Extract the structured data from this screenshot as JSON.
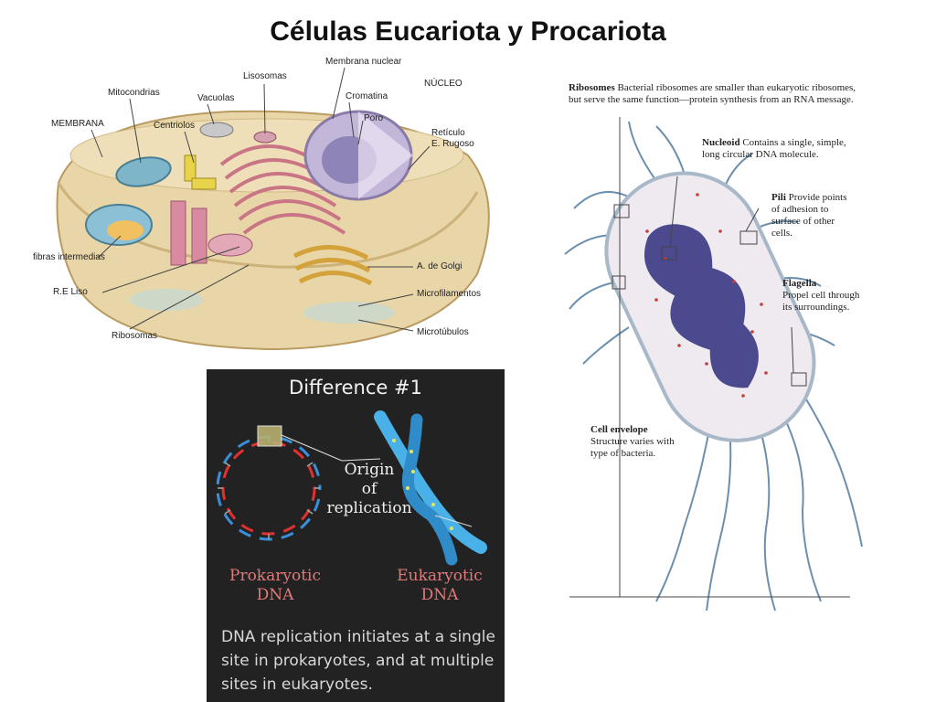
{
  "title": "Células Eucariota y Procariota",
  "eukaryote": {
    "labels": {
      "membrana": "MEMBRANA",
      "mitocondrias": "Mitocondrias",
      "centriolos": "Centriolos",
      "vacuolas": "Vacuolas",
      "lisosomas": "Lisosomas",
      "membrana_nuclear": "Membrana nuclear",
      "cromatina": "Cromatina",
      "poro": "Poro",
      "nucleo": "NÚCLEO",
      "reticulo_rugoso_1": "Retículo",
      "reticulo_rugoso_2": "E. Rugoso",
      "fibras": "fibras intermedias",
      "re_liso": "R.E Liso",
      "ribosomas": "Ribosomas",
      "golgi": "A. de Golgi",
      "microfilamentos": "Microfilamentos",
      "microtubulos": "Microtúbulos"
    }
  },
  "prokaryote": {
    "ribosomes": {
      "term": "Ribosomes",
      "text": "Bacterial ribosomes are smaller than eukaryotic ribosomes, but serve the same function—protein synthesis from an RNA message."
    },
    "nucleoid": {
      "term": "Nucleoid",
      "text": "Contains a single, simple, long circular DNA molecule."
    },
    "pili": {
      "term": "Pili",
      "text": "Provide points of adhesion to surface of other cells."
    },
    "flagella": {
      "term": "Flagella",
      "text": "Propel cell through its surroundings."
    },
    "envelope": {
      "term": "Cell envelope",
      "text": "Structure varies with type of bacteria."
    }
  },
  "dna_panel": {
    "title": "Difference #1",
    "origin": "Origin\nof\nreplication",
    "prokaryotic": "Prokaryotic\nDNA",
    "eukaryotic": "Eukaryotic\nDNA",
    "caption": "DNA replication initiates at a single site in prokaryotes, and at multiple sites in eukaryotes."
  },
  "colors": {
    "dna_panel_bg": "#222222",
    "label_red": "#e07a7a",
    "helix_red": "#e03030",
    "helix_blue": "#3a8fd8",
    "chromosome_blue": "#4ab0e8",
    "nucleoid_purple": "#4b4a8e"
  }
}
